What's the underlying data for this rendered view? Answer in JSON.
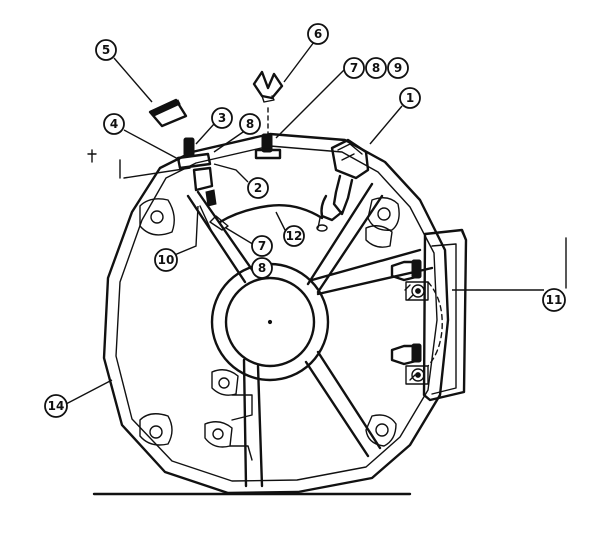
{
  "callouts": [
    {
      "id": "c1",
      "label": "1"
    },
    {
      "id": "c2",
      "label": "2"
    },
    {
      "id": "c3",
      "label": "3"
    },
    {
      "id": "c4",
      "label": "4"
    },
    {
      "id": "c5",
      "label": "5"
    },
    {
      "id": "c6",
      "label": "6"
    },
    {
      "id": "c7a",
      "label": "7"
    },
    {
      "id": "c8a",
      "label": "8"
    },
    {
      "id": "c9",
      "label": "9"
    },
    {
      "id": "c8b",
      "label": "8"
    },
    {
      "id": "c10",
      "label": "10"
    },
    {
      "id": "c11",
      "label": "11"
    },
    {
      "id": "c12",
      "label": "12"
    },
    {
      "id": "c7b",
      "label": "7"
    },
    {
      "id": "c8c",
      "label": "8"
    },
    {
      "id": "c14",
      "label": "14"
    }
  ]
}
